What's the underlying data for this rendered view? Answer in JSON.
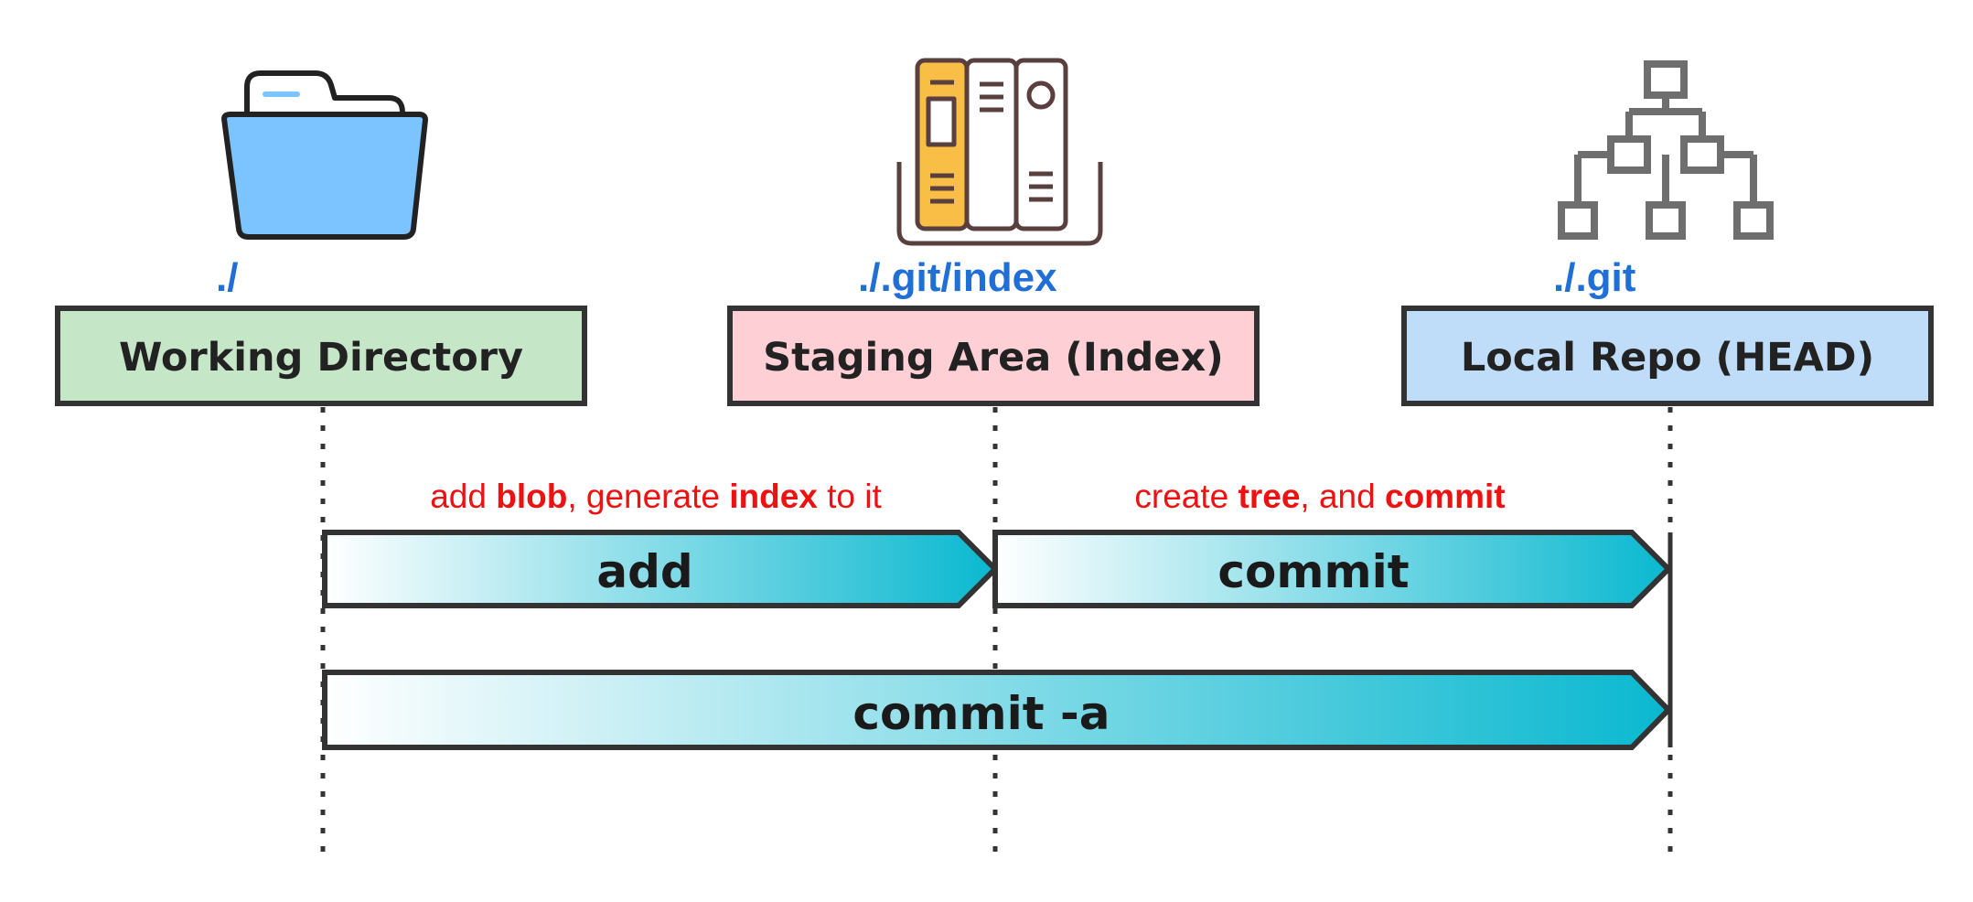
{
  "stages": [
    {
      "id": "working",
      "name": "Working Directory",
      "path": "./",
      "fill": "#c6e6c8",
      "icon": "folder-icon"
    },
    {
      "id": "staging",
      "name": "Staging Area (Index)",
      "path": "./.git/index",
      "fill": "#ffcfd6",
      "icon": "binders-icon"
    },
    {
      "id": "repo",
      "name": "Local Repo (HEAD)",
      "path": "./.git",
      "fill": "#bfdcf8",
      "icon": "hierarchy-icon"
    }
  ],
  "operations": {
    "add": {
      "label": "add"
    },
    "commit": {
      "label": "commit"
    },
    "commit_a": {
      "label": "commit -a"
    }
  },
  "annotations": {
    "add": [
      {
        "text": "add ",
        "bold": false
      },
      {
        "text": "blob",
        "bold": true
      },
      {
        "text": ", generate ",
        "bold": false
      },
      {
        "text": "index",
        "bold": true
      },
      {
        "text": " to it",
        "bold": false
      }
    ],
    "commit": [
      {
        "text": "create ",
        "bold": false
      },
      {
        "text": "tree",
        "bold": true
      },
      {
        "text": ", and ",
        "bold": false
      },
      {
        "text": "commit",
        "bold": true
      }
    ]
  },
  "colors": {
    "path_text": "#1f6fd6",
    "annotation_text": "#ee1111",
    "border": "#333333",
    "arrow_gradient_start": "#ffffff",
    "arrow_gradient_end": "#0ab8d0",
    "folder_blue": "#7cc4ff",
    "binder_yellow": "#f9be45",
    "binder_outline": "#5a3f3f",
    "hierarchy_gray": "#6e6e6e"
  }
}
